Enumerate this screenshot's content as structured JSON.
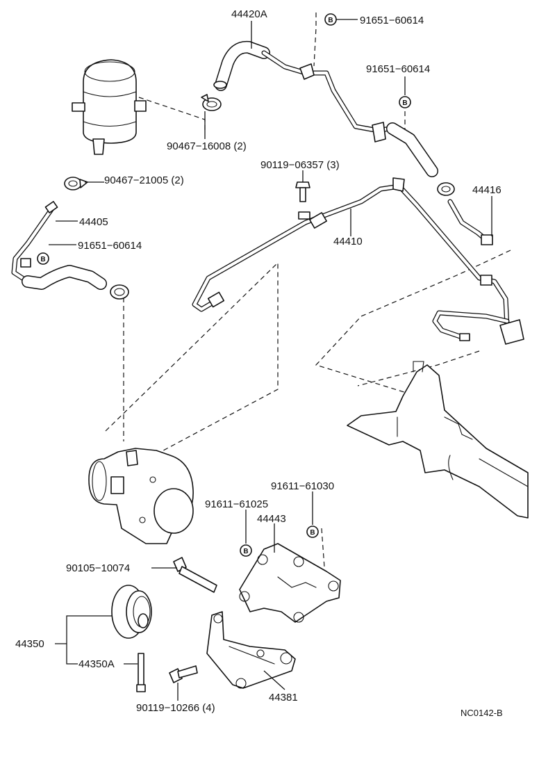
{
  "labels": {
    "p44420A": "44420A",
    "p91651_top": "91651−60614",
    "p91651_mid": "91651−60614",
    "p91651_left": "91651−60614",
    "p90467_16008": "90467−16008 (2)",
    "p90467_21005": "90467−21005 (2)",
    "p90119_06357": "90119−06357 (3)",
    "p44416": "44416",
    "p44405": "44405",
    "p44410": "44410",
    "p91611_61030": "91611−61030",
    "p91611_61025": "91611−61025",
    "p44443": "44443",
    "p90105_10074": "90105−10074",
    "p44350": "44350",
    "p44350A": "44350A",
    "p44381": "44381",
    "p90119_10266": "90119−10266 (4)",
    "code": "NC0142-B"
  },
  "marker_letter": "B"
}
